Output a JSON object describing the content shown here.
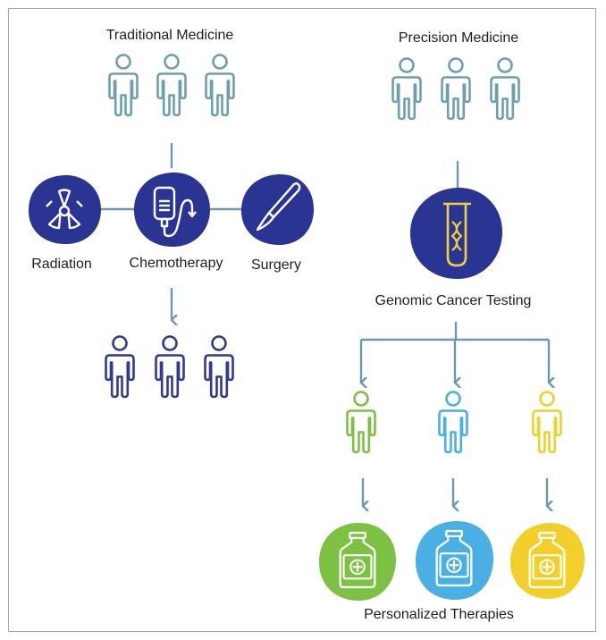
{
  "traditional": {
    "title": "Traditional Medicine",
    "treatments": [
      {
        "label": "Radiation",
        "icon": "radiation-icon"
      },
      {
        "label": "Chemotherapy",
        "icon": "iv-bag-icon"
      },
      {
        "label": "Surgery",
        "icon": "scalpel-icon"
      }
    ]
  },
  "precision": {
    "title": "Precision Medicine",
    "test_label": "Genomic Cancer Testing",
    "test_icon": "dna-test-tube-icon",
    "therapies_label": "Personalized Therapies",
    "therapy_icon": "medicine-bottle-icon"
  },
  "colors": {
    "patient_outline": "#6e9fae",
    "treated_patient": "#303a8e",
    "blob_navy": "#2a3593",
    "connector": "#6a9aac",
    "dna_yellow": "#f1d23c",
    "green": "#7cc142",
    "blue": "#4ab0e3",
    "yellow": "#f2cf2a",
    "frame_border": "#a8a8a8"
  }
}
